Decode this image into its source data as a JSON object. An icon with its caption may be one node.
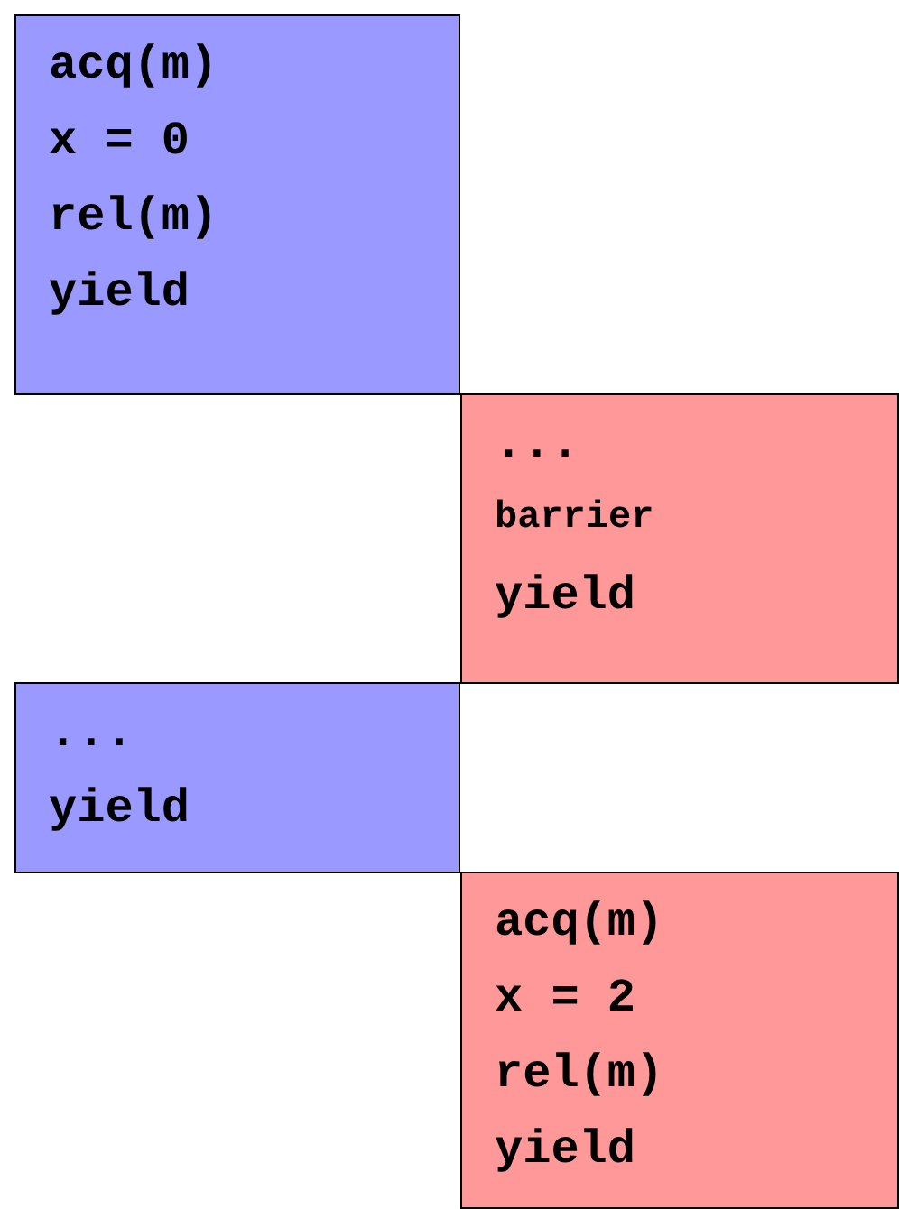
{
  "diagram": {
    "nodes": [
      {
        "text": [
          "acq(m)",
          "x = 0",
          "rel(m)",
          "yield"
        ]
      },
      {
        "text": [
          "...",
          "barrier",
          "yield"
        ]
      },
      {
        "text": [
          "...",
          "yield"
        ]
      },
      {
        "text": [
          "acq(m)",
          "x = 2",
          "rel(m)",
          "yield"
        ]
      }
    ]
  }
}
